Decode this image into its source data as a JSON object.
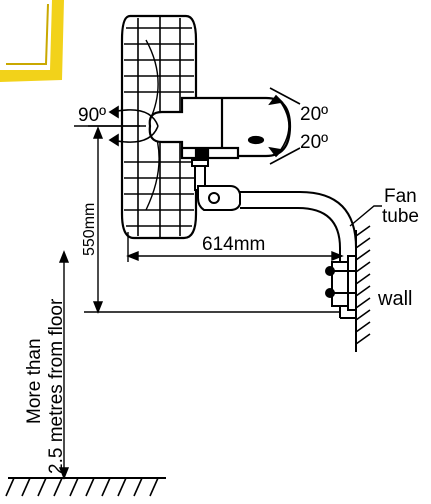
{
  "diagram": {
    "labels": {
      "tilt_angle": "90º",
      "swing_up": "20º",
      "swing_down": "20º",
      "height_550": "550mm",
      "depth_614": "614mm",
      "fan_tube_line1": "Fan",
      "fan_tube_line2": "tube",
      "wall": "wall",
      "floor_line1": "More than",
      "floor_line2": "2.5 metres from floor"
    },
    "colors": {
      "line": "#000000",
      "corner_mark": "#f2d21a"
    }
  }
}
